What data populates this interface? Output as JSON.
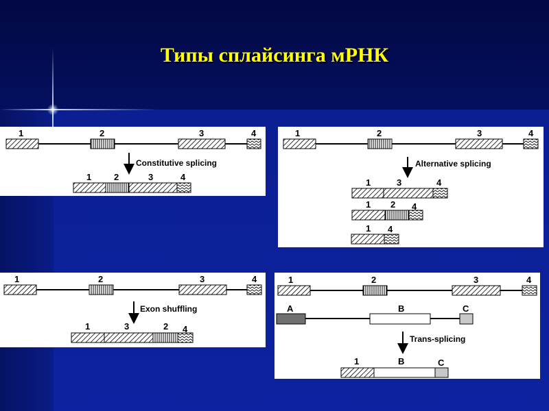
{
  "slide": {
    "title": "Типы сплайсинга мРНК"
  },
  "panels": [
    {
      "process_label": "Constitutive splicing",
      "gene_labels": [
        "1",
        "2",
        "3",
        "4"
      ],
      "result_labels": [
        "1",
        "2",
        "3",
        "4"
      ]
    },
    {
      "process_label": "Alternative splicing",
      "gene_labels": [
        "1",
        "2",
        "3",
        "4"
      ],
      "result_rows": [
        [
          "1",
          "3",
          "4"
        ],
        [
          "1",
          "2",
          "4"
        ],
        [
          "1",
          "4"
        ]
      ]
    },
    {
      "process_label": "Exon shuffling",
      "gene_labels": [
        "1",
        "2",
        "3",
        "4"
      ],
      "result_labels": [
        "1",
        "3",
        "2",
        "4"
      ]
    },
    {
      "process_label": "Trans-splicing",
      "gene_labels": [
        "1",
        "2",
        "3",
        "4"
      ],
      "second_gene_labels": [
        "A",
        "B",
        "C"
      ],
      "result_labels": [
        "1",
        "B",
        "C"
      ]
    }
  ],
  "colors": {
    "title": "#ffff00",
    "background": "#0b1e92",
    "exon_A": "#707070",
    "exon_C": "#c8c8c8"
  }
}
